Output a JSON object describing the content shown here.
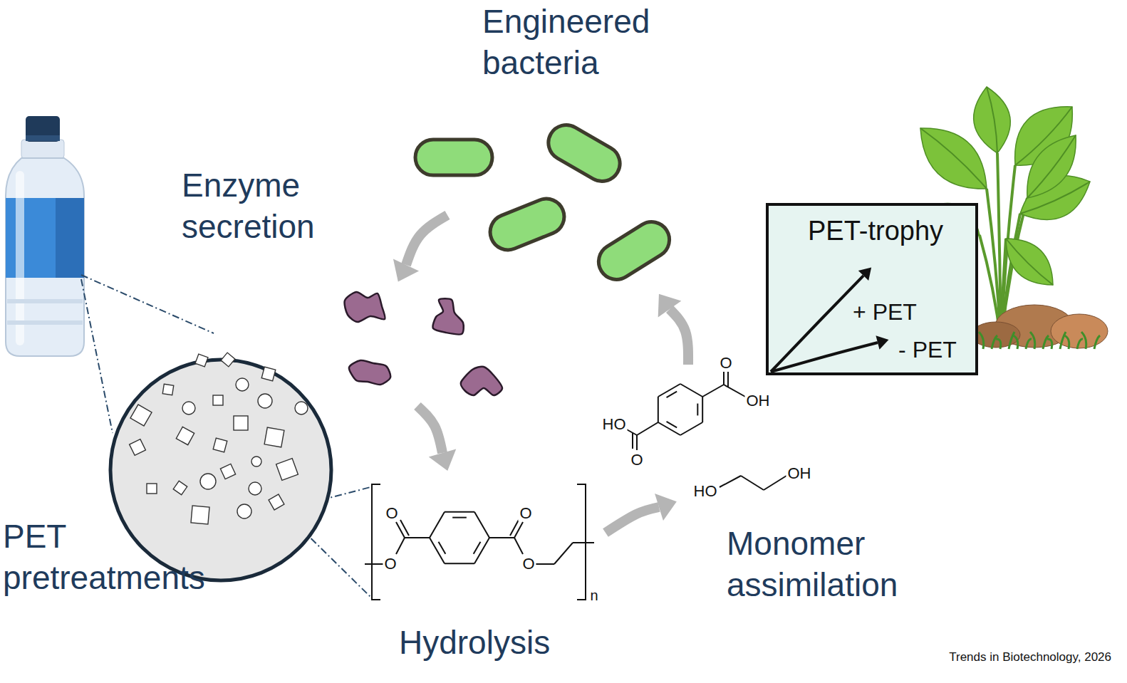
{
  "diagram": {
    "nodes": [
      {
        "text": [
          "PET-trophy",
          "+ PET",
          "- PET"
        ]
      }
    ],
    "labels": [
      "Engineered bacteria",
      "Enzyme secretion",
      "PET pretreatments",
      "O",
      "OH",
      "HO",
      "O",
      "HO",
      "OH",
      "O",
      "O",
      "O",
      "O",
      "n",
      "Monomer assimilation",
      "Hydrolysis",
      "Trends in Biotechnology, 2026"
    ]
  }
}
